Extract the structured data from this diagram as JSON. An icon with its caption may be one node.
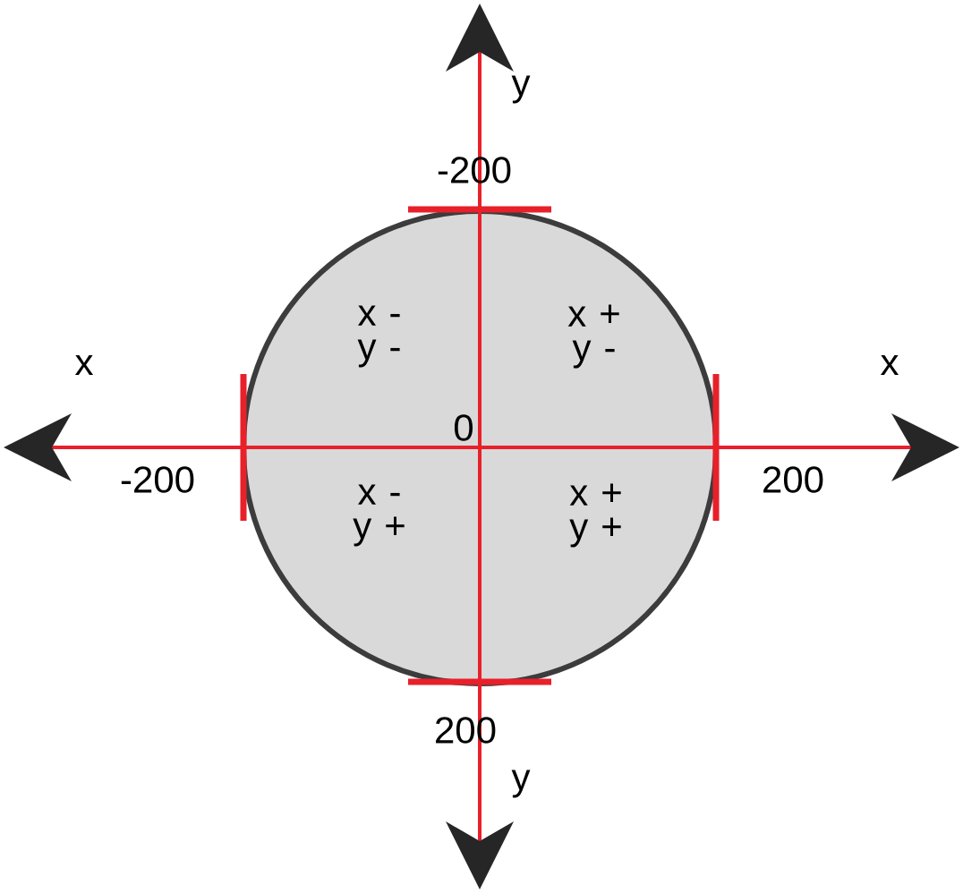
{
  "diagram": {
    "labels": [
      "y",
      "-200",
      "x",
      "x - y -",
      "x + y -",
      "x",
      "0",
      "-200",
      "200",
      "x - y +",
      "x + y +",
      "200",
      "y"
    ]
  }
}
